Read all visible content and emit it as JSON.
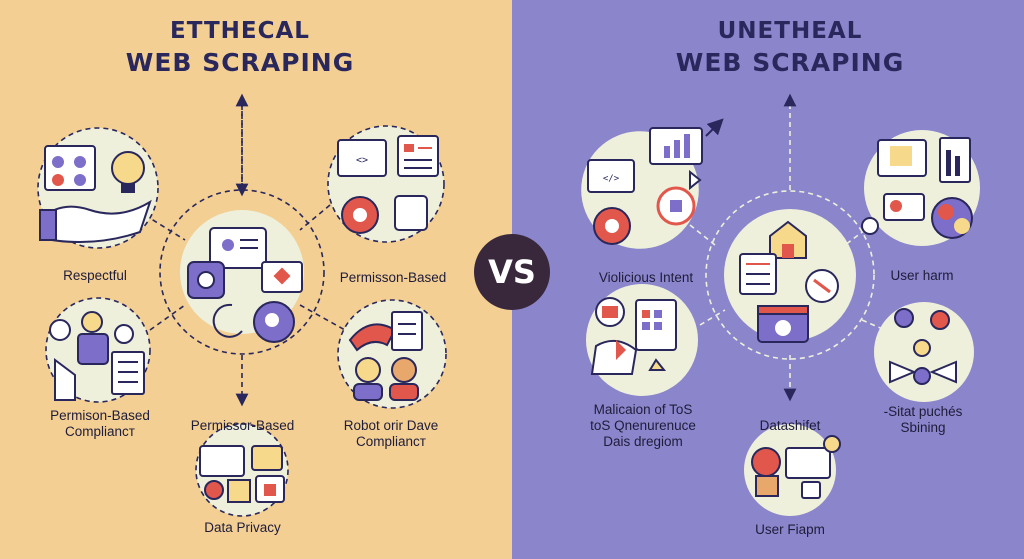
{
  "left": {
    "title_line1": "ETTHECAL",
    "title_line2": "WEB SCRAPING",
    "labels": {
      "respectful": "Respectful",
      "permission_based_top": "Permisson-Based",
      "compliance_left_1": "Permison-Based",
      "compliance_left_2": "Compliancт",
      "permissor_based": "Permissor-Based",
      "robot_1": "Robot orir Dave",
      "robot_2": "Compliancт",
      "data_privacy": "Data Privacy"
    }
  },
  "center": {
    "vs": "VS"
  },
  "right": {
    "title_line1": "UNETHEAL",
    "title_line2": "WEB SCRAPING",
    "labels": {
      "malicious_intent": "Violicious Intent",
      "user_harm_top": "User harm",
      "tos_1": "Malicaion of ToS",
      "tos_2": "toS Qnenurenuce",
      "tos_3": "Dais dregiom",
      "datashift": "Datashifet",
      "sitat_1": "-Sitat puchés",
      "sitat_2": "Sbining",
      "user_harm_bottom": "User Fiарm"
    }
  },
  "colors": {
    "left_bg": "#f3cf93",
    "right_bg": "#8b86cc",
    "navy": "#29275c",
    "circle_fill": "#eef0dc",
    "accent_red": "#e2574c",
    "accent_purple": "#7c6ec9",
    "vs_bg": "#39283c"
  },
  "icons": [
    "hand-icon",
    "lightbulb-icon",
    "monitor-icon",
    "gear-icon",
    "padlock-icon",
    "checklist-icon",
    "person-icon",
    "chart-icon",
    "house-icon",
    "location-pin-icon",
    "globe-icon",
    "camera-icon"
  ]
}
